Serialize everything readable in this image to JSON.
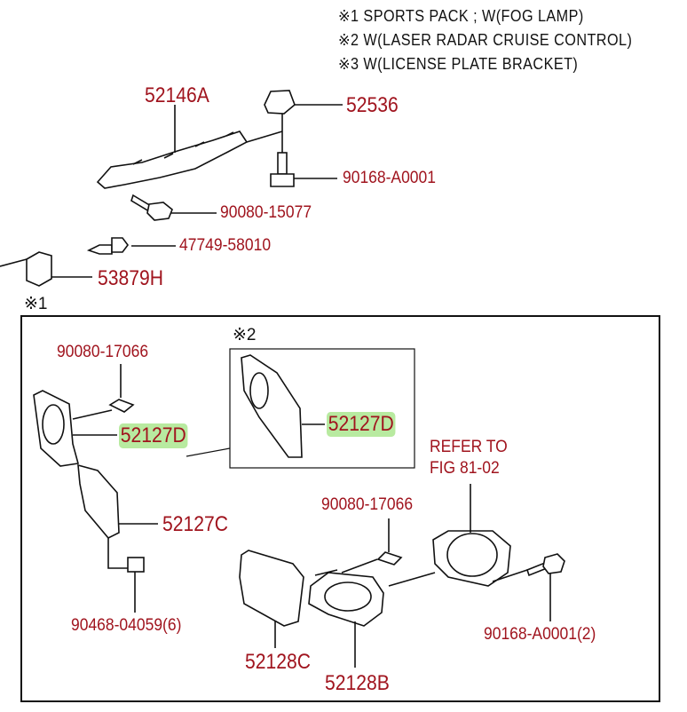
{
  "notes": [
    "※1 SPORTS PACK ; W(FOG LAMP)",
    "※2 W(LASER RADAR CRUISE CONTROL)",
    "※3 W(LICENSE PLATE BRACKET)"
  ],
  "markers": {
    "group1": "※1",
    "group2": "※2"
  },
  "colors": {
    "label": "#a0141e",
    "highlight": "#b8eaa0",
    "line": "#111111"
  },
  "parts": {
    "p52146A": "52146A",
    "p52536": "52536",
    "p90168a": "90168-A0001",
    "p90080_15077": "90080-15077",
    "p47749": "47749-58010",
    "p53879H": "53879H",
    "p90080_17066a": "90080-17066",
    "p52127D_a": "52127D",
    "p52127D_b": "52127D",
    "p52127C": "52127C",
    "p90468": "90468-04059(6)",
    "refer1": "REFER TO",
    "refer2": "FIG 81-02",
    "p90080_17066b": "90080-17066",
    "p90168b": "90168-A0001(2)",
    "p52128C": "52128C",
    "p52128B": "52128B"
  }
}
